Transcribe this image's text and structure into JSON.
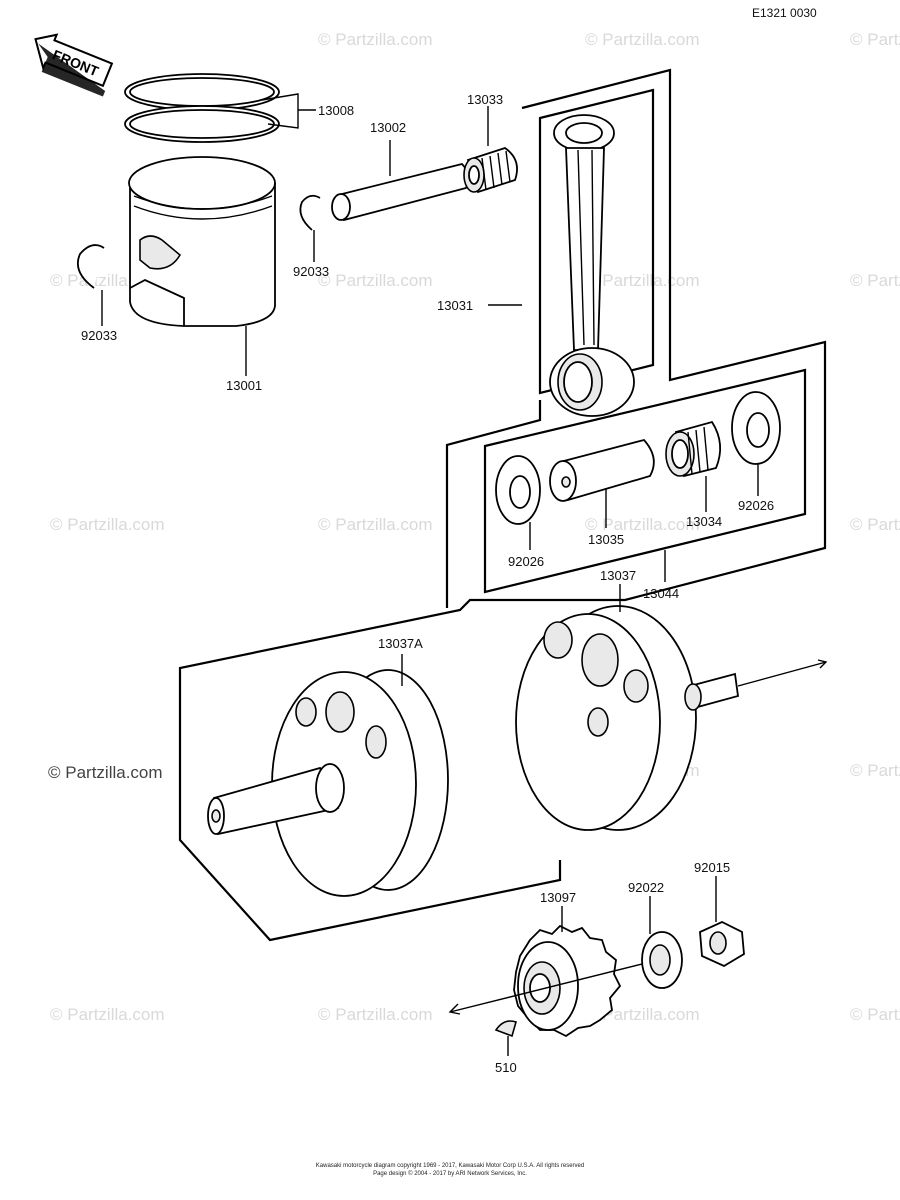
{
  "header": {
    "code": "E1321 0030"
  },
  "front_badge": {
    "label": "FRONT"
  },
  "watermark": {
    "text": "© Partzilla.com"
  },
  "callouts": [
    {
      "id": "c13008",
      "text": "13008"
    },
    {
      "id": "c13002",
      "text": "13002"
    },
    {
      "id": "c13033",
      "text": "13033"
    },
    {
      "id": "c92033a",
      "text": "92033"
    },
    {
      "id": "c92033b",
      "text": "92033"
    },
    {
      "id": "c13001",
      "text": "13001"
    },
    {
      "id": "c13031",
      "text": "13031"
    },
    {
      "id": "c92026a",
      "text": "92026"
    },
    {
      "id": "c13035",
      "text": "13035"
    },
    {
      "id": "c13034",
      "text": "13034"
    },
    {
      "id": "c92026b",
      "text": "92026"
    },
    {
      "id": "c13037",
      "text": "13037"
    },
    {
      "id": "c13044",
      "text": "13044"
    },
    {
      "id": "c13037A",
      "text": "13037A"
    },
    {
      "id": "c13097",
      "text": "13097"
    },
    {
      "id": "c92022",
      "text": "92022"
    },
    {
      "id": "c92015",
      "text": "92015"
    },
    {
      "id": "c510",
      "text": "510"
    }
  ],
  "footer": {
    "line1": "Kawasaki motorcycle diagram copyright 1969 - 2017, Kawasaki Motor Corp U.S.A. All rights reserved",
    "line2": "Page design © 2004 - 2017 by ARI Network Services, Inc."
  }
}
